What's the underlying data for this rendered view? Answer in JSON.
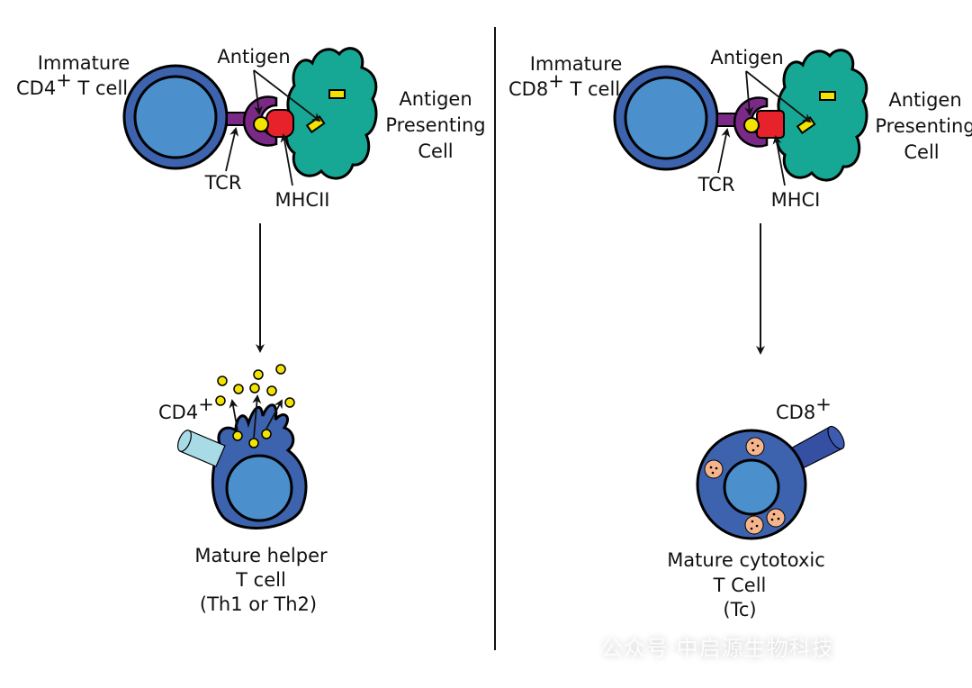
{
  "colors": {
    "tcell_outer": "#3d63ae",
    "tcell_nucleus": "#4b8fcc",
    "tcr": "#7a2a86",
    "mhc": "#e8222a",
    "apc": "#16a894",
    "antigen": "#f2e400",
    "granule": "#f4b48c",
    "cd4": "#a8dbe6",
    "cd8": "#354fa3"
  },
  "left": {
    "immature_line1": "Immature",
    "immature_line2": "CD4",
    "immature_sup": "+",
    "immature_line2_tail": " T cell",
    "antigen": "Antigen",
    "apc_line1": "Antigen",
    "apc_line2": "Presenting",
    "apc_line3": "Cell",
    "tcr": "TCR",
    "mhc": "MHCII",
    "marker": "CD4",
    "marker_sup": "+",
    "mature_line1": "Mature helper",
    "mature_line2": "T cell",
    "mature_line3": "(Th1 or Th2)"
  },
  "right": {
    "immature_line1": "Immature",
    "immature_line2": "CD8",
    "immature_sup": "+",
    "immature_line2_tail": " T cell",
    "antigen": "Antigen",
    "apc_line1": "Antigen",
    "apc_line2": "Presenting",
    "apc_line3": "Cell",
    "tcr": "TCR",
    "mhc": "MHCI",
    "marker": "CD8",
    "marker_sup": "+",
    "mature_line1": "Mature cytotoxic",
    "mature_line2": "T Cell",
    "mature_line3": "(Tc)"
  },
  "watermark": "公众号·中启源生物科技"
}
